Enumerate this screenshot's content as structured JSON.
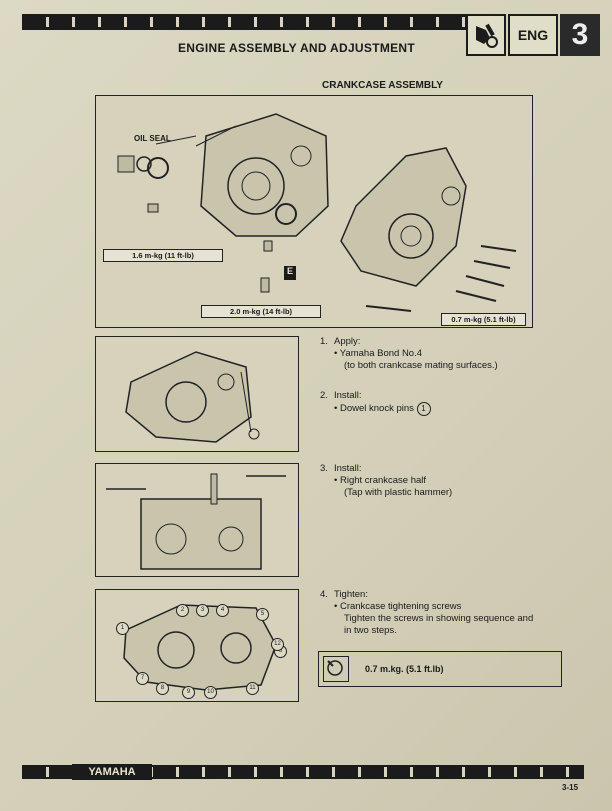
{
  "header": {
    "title": "ENGINE ASSEMBLY AND ADJUSTMENT",
    "tab_label": "ENG",
    "chapter_number": "3",
    "tab_icon": "engine-wrench-icon"
  },
  "section_title": "CRANKCASE ASSEMBLY",
  "main_figure": {
    "oil_seal_label": "OIL SEAL",
    "torque_labels": [
      "1.6 m-kg (11 ft-lb)",
      "2.0 m-kg (14 ft-lb)",
      "0.7 m-kg (5.1 ft-lb)"
    ],
    "callout_e": "E"
  },
  "steps": [
    {
      "number": "1.",
      "action": "Apply:",
      "bullet": "Yamaha Bond No.4",
      "note": "(to both crankcase mating surfaces.)"
    },
    {
      "number": "2.",
      "action": "Install:",
      "bullet": "Dowel knock pins",
      "callout": "1"
    },
    {
      "number": "3.",
      "action": "Install:",
      "bullet": "Right crankcase half",
      "note": "(Tap with plastic hammer)"
    },
    {
      "number": "4.",
      "action": "Tighten:",
      "bullet": "Crankcase tightening screws",
      "note1": "Tighten the screws in showing sequence and",
      "note2": "in two steps."
    }
  ],
  "torque_spec": "0.7 m.kg. (5.1 ft.lb)",
  "footer": {
    "brand": "YAMAHA",
    "page": "3-15"
  },
  "screw_sequence": [
    "1",
    "2",
    "3",
    "4",
    "5",
    "6",
    "7",
    "8",
    "9",
    "10",
    "11",
    "12"
  ]
}
